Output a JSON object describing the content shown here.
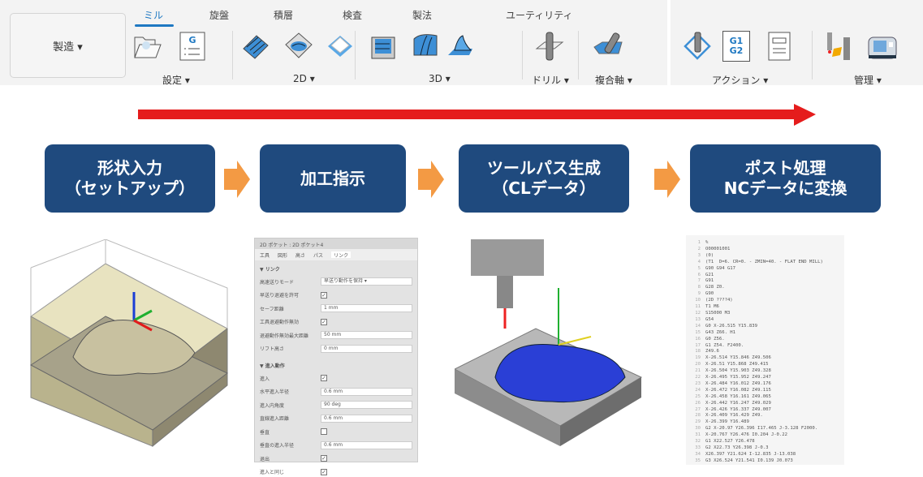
{
  "toolbar": {
    "workspace": "製造 ▾",
    "tabs": [
      "ミル",
      "旋盤",
      "積層",
      "検査",
      "製法",
      "ユーティリティ"
    ],
    "groups": [
      "設定 ▾",
      "2D ▾",
      "3D ▾",
      "ドリル ▾",
      "複合軸 ▾",
      "アクション ▾",
      "管理 ▾"
    ],
    "g_icon_text": "G",
    "g1g2_icon_text": [
      "G1",
      "G2"
    ]
  },
  "colors": {
    "accent": "#1e78c2",
    "step_box": "#1f4a7e",
    "step_arrow": "#f39a44",
    "red_arrow": "#e51c1c"
  },
  "steps": [
    {
      "line1": "形状入力",
      "line2": "（セットアップ）"
    },
    {
      "line1": "加工指示",
      "line2": ""
    },
    {
      "line1": "ツールパス生成",
      "line2": "（CLデータ）"
    },
    {
      "line1": "ポスト処理",
      "line2": "NCデータに変換"
    }
  ],
  "dialog": {
    "title": "2D ポケット : 2D ポケット4",
    "tabs": [
      "工具",
      "図形",
      "高さ",
      "パス",
      "リンク"
    ],
    "section1": "▼ リンク",
    "rows1": [
      {
        "label": "高速送りモード",
        "value": "早送り動作を保持 ▾"
      },
      {
        "label": "早送り退避を許可",
        "check": true
      },
      {
        "label": "セーフ距離",
        "value": "1 mm"
      },
      {
        "label": "工具退避動作無効",
        "check": true
      },
      {
        "label": "退避動作無効最大距離",
        "value": "50 mm"
      },
      {
        "label": "リフト高さ",
        "value": "0 mm"
      }
    ],
    "section2": "▼ 進入動作",
    "rows2": [
      {
        "label": "進入",
        "check": true
      },
      {
        "label": "水平進入半径",
        "value": "0.6 mm"
      },
      {
        "label": "進入内角度",
        "value": "90 deg"
      },
      {
        "label": "直線進入距離",
        "value": "0.6 mm"
      },
      {
        "label": "垂直",
        "check": false
      },
      {
        "label": "垂直の進入半径",
        "value": "0.6 mm"
      },
      {
        "label": "退出",
        "check": true
      },
      {
        "label": "進入と同じ",
        "check": true
      }
    ]
  },
  "nc_code": [
    "%",
    "O00001001",
    "(0)",
    "(T1  D=6. CR=0. - ZMIN=40. - FLAT END MILL)",
    "G90 G94 G17",
    "G21",
    "G91",
    "G28 Z0.",
    "G90",
    "(2D ????4)",
    "T1 M6",
    "S15000 M3",
    "G54",
    "G0 X-26.515 Y15.839",
    "G43 Z66. H1",
    "G0 Z56.",
    "G1 Z54. F2400.",
    "Z49.6",
    "X-26.514 Y15.846 Z49.506",
    "X-26.51 Y15.868 Z49.415",
    "X-26.504 Y15.903 Z49.328",
    "X-26.495 Y15.952 Z49.247",
    "X-26.484 Y16.012 Z49.176",
    "X-26.472 Y16.082 Z49.115",
    "X-26.458 Y16.161 Z49.065",
    "X-26.442 Y16.247 Z49.029",
    "X-26.426 Y16.337 Z49.007",
    "X-26.409 Y16.429 Z49.",
    "X-26.399 Y16.489",
    "G2 X-20.97 Y26.396 I17.465 J-3.128 F2000.",
    "X-20.767 Y26.476 I0.204 J-0.22",
    "G1 X22.527 Y26.478",
    "G2 X22.73 Y26.398 J-0.3",
    "X26.397 Y21.624 I-12.835 J-13.038",
    "G3 X26.524 Y21.541 I0.139 J0.073"
  ]
}
